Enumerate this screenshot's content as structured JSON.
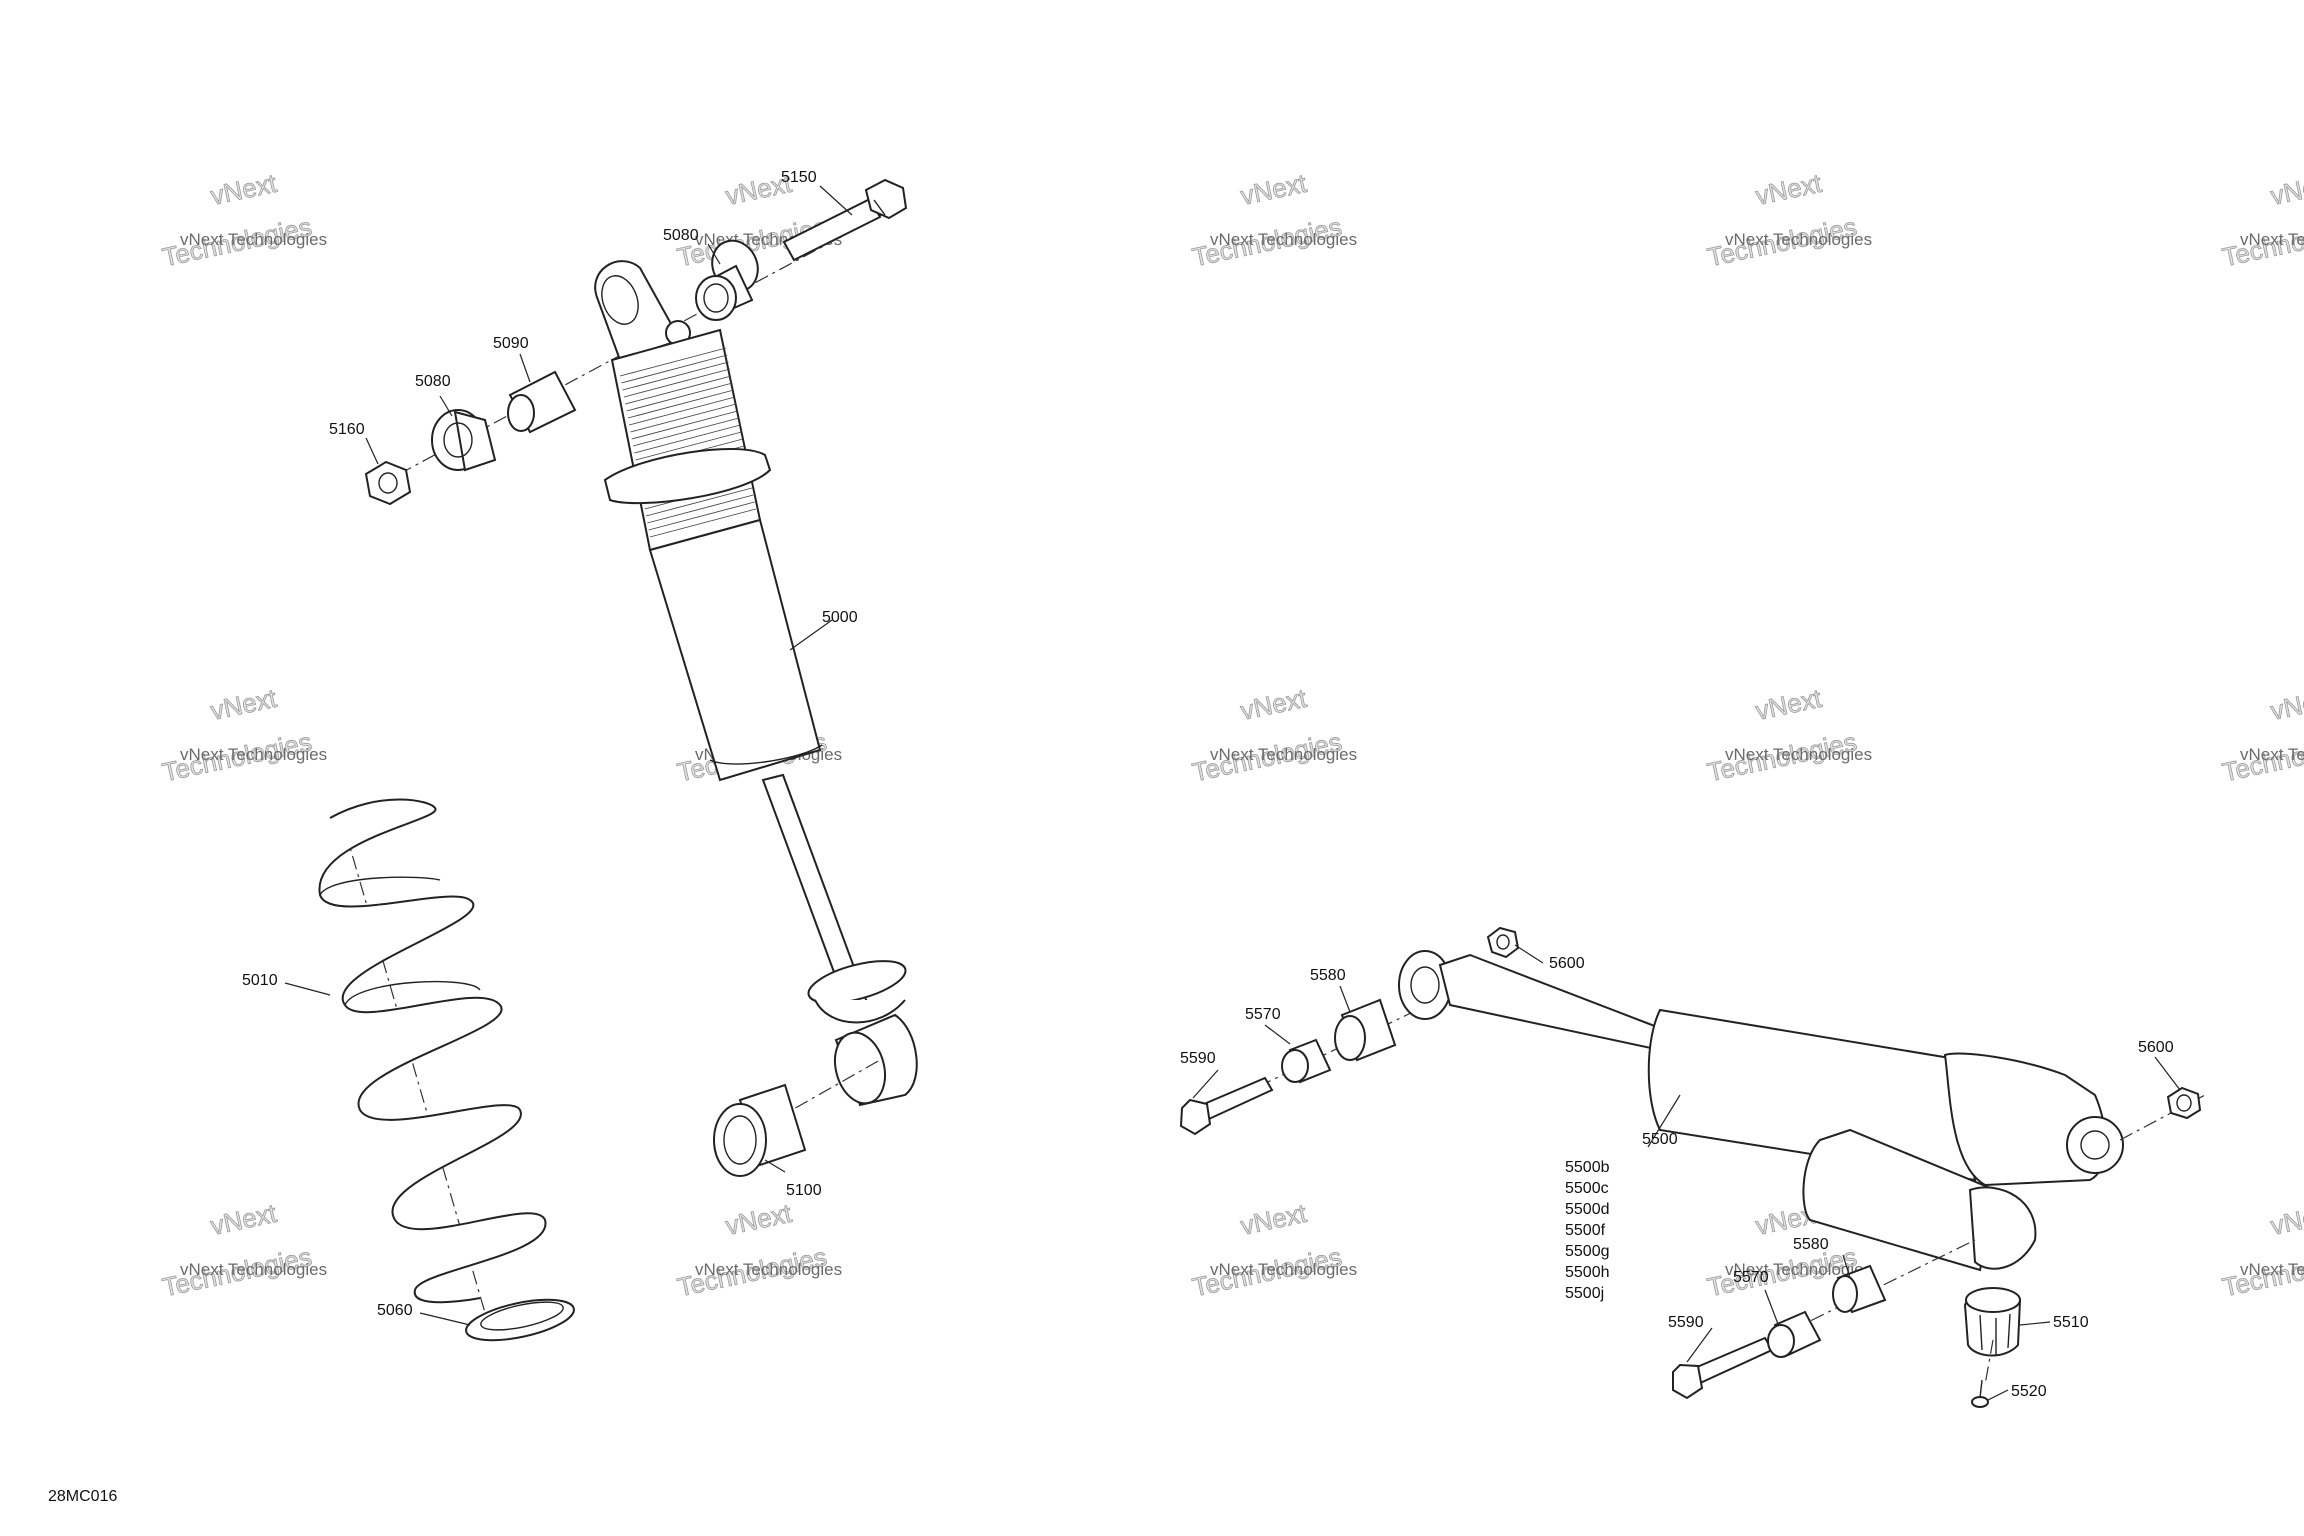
{
  "drawing_id": "28MC016",
  "watermark": {
    "line1": "vNext Technologies",
    "line2": "Technologies",
    "accent": "vNext"
  },
  "callouts": {
    "p5150": "5150",
    "p5080a": "5080",
    "p5090": "5090",
    "p5080b": "5080",
    "p5160": "5160",
    "p5000": "5000",
    "p5010": "5010",
    "p5100": "5100",
    "p5060": "5060",
    "p5600a": "5600",
    "p5580": "5580",
    "p5570a": "5570",
    "p5590a": "5590",
    "p5500": "5500",
    "p5600b": "5600",
    "p5580b": "5580",
    "p5570b": "5570",
    "p5590b": "5590",
    "p5510": "5510",
    "p5520": "5520"
  },
  "variants": [
    "5500b",
    "5500c",
    "5500d",
    "5500f",
    "5500g",
    "5500h",
    "5500j"
  ],
  "colors": {
    "line": "#222222",
    "background": "#ffffff"
  }
}
